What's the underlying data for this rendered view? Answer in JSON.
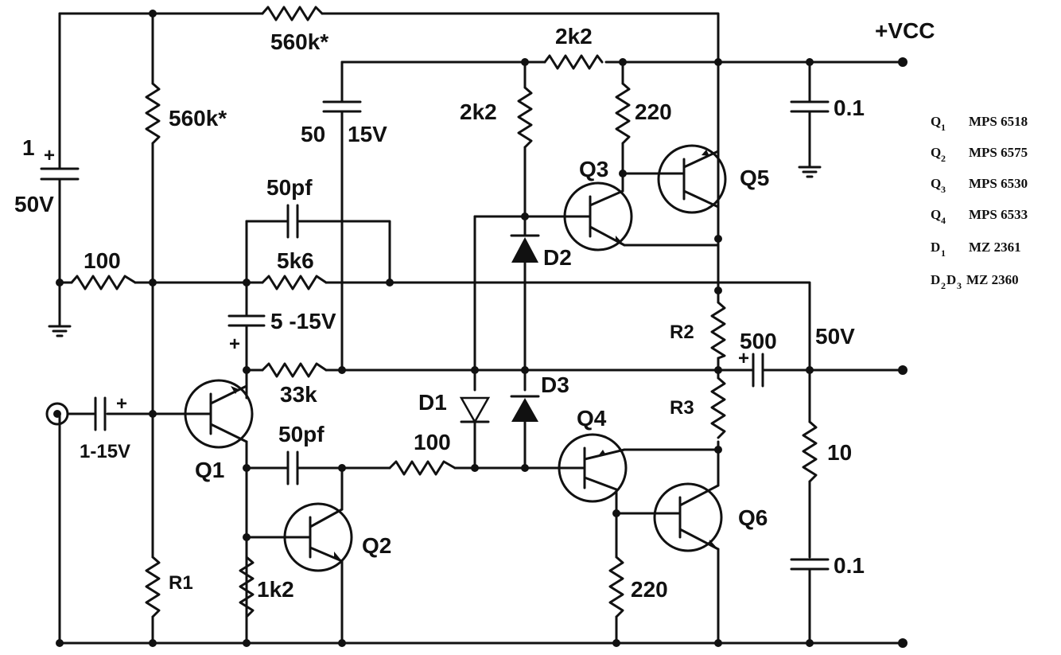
{
  "labels": {
    "vcc": "+VCC",
    "r_top": "560k*",
    "r_bias": "560k*",
    "c_in_top": "1",
    "c_in_top_v": "50V",
    "c_50": "50",
    "c_50_v": "15V",
    "r_2k2_top": "2k2",
    "r_2k2_left": "2k2",
    "r_220_top": "220",
    "c_bypass_top": "0.1",
    "c_50pf_top": "50pf",
    "r_100_in": "100",
    "r_5k6": "5k6",
    "c_5_15": "5 -15V",
    "r_33k": "33k",
    "c_input": "1-15V",
    "c_50pf_bot": "50pf",
    "r_100_mid": "100",
    "r_r1": "R1",
    "r_1k2": "1k2",
    "r_r2": "R2",
    "r_r3": "R3",
    "c_500": "500",
    "out_v": "50V",
    "r_10": "10",
    "c_bypass_bot": "0.1",
    "r_220_bot": "220",
    "q1": "Q1",
    "q2": "Q2",
    "q3": "Q3",
    "q4": "Q4",
    "q5": "Q5",
    "q6": "Q6",
    "d1": "D1",
    "d2": "D2",
    "d3": "D3"
  },
  "legend": [
    {
      "ref": "Q",
      "sub": "1",
      "part": "MPS 6518"
    },
    {
      "ref": "Q",
      "sub": "2",
      "part": "MPS 6575"
    },
    {
      "ref": "Q",
      "sub": "3",
      "part": "MPS 6530"
    },
    {
      "ref": "Q",
      "sub": "4",
      "part": "MPS 6533"
    },
    {
      "ref": "D",
      "sub": "1",
      "part": "MZ 2361"
    },
    {
      "ref": "D",
      "sub": "2",
      "ref2": "D",
      "sub2": "3",
      "part": "MZ 2360"
    }
  ]
}
